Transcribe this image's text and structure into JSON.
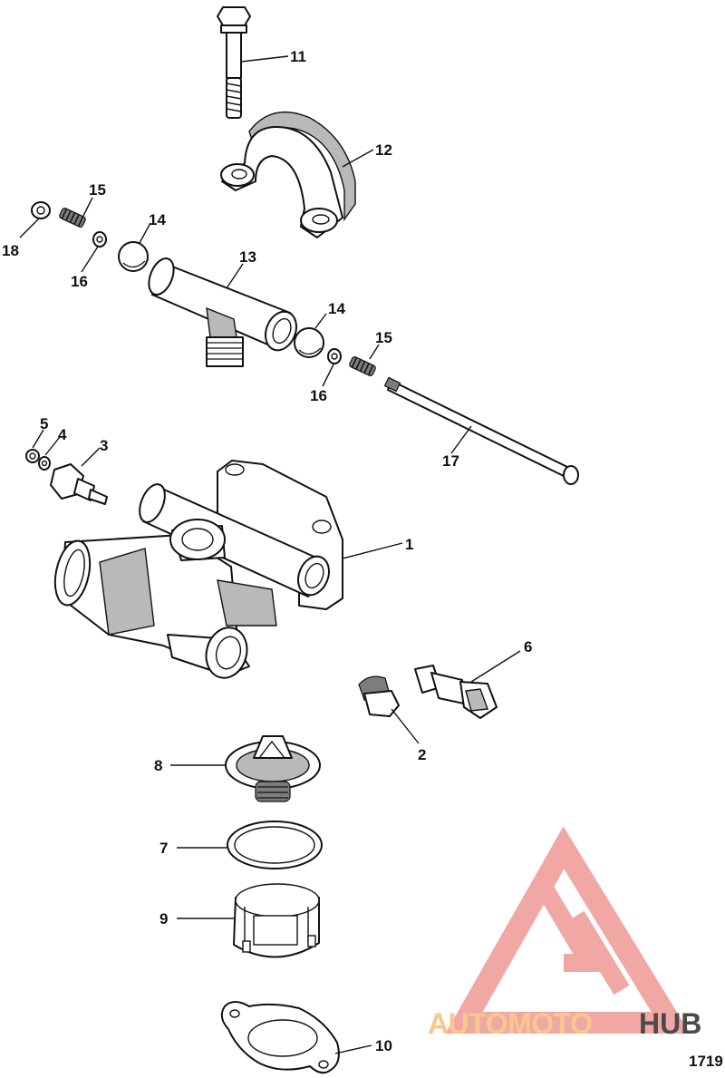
{
  "callouts": [
    "1",
    "2",
    "3",
    "4",
    "5",
    "6",
    "7",
    "8",
    "9",
    "10",
    "11",
    "12",
    "13",
    "14",
    "14",
    "15",
    "15",
    "16",
    "16",
    "17",
    "18"
  ],
  "figure_number": "1719",
  "watermark": {
    "brand_part1": "AUTOMOTO",
    "brand_part2": "HUB",
    "color_part1": "#f6c890",
    "color_part2": "#4a4a4a",
    "logo_color": "#ef9a96"
  }
}
